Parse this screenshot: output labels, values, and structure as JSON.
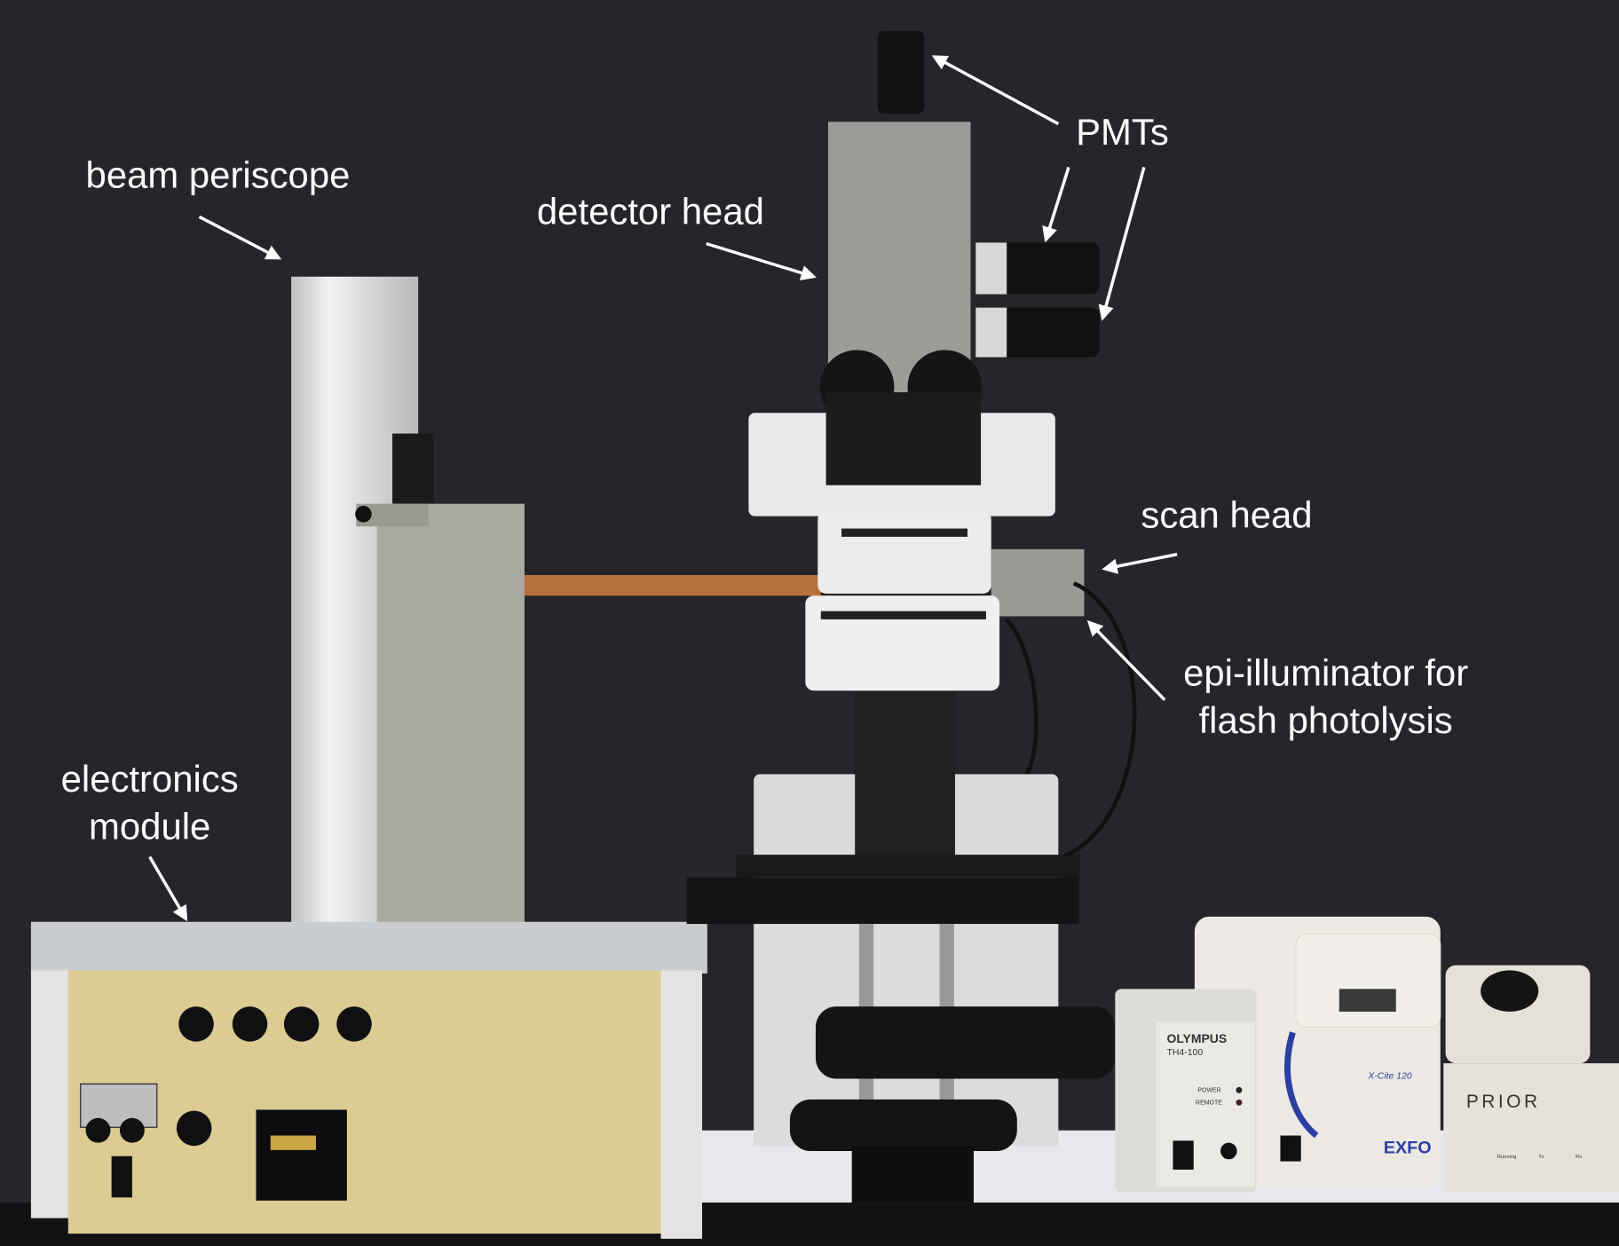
{
  "labels": {
    "pmts": "PMTs",
    "beam_periscope": "beam periscope",
    "detector_head": "detector head",
    "scan_head": "scan head",
    "epi_illuminator_line1": "epi-illuminator for",
    "epi_illuminator_line2": "flash photolysis",
    "electronics_line1": "electronics",
    "electronics_line2": "module"
  },
  "device_labels": {
    "olympus_brand": "OLYMPUS",
    "olympus_model": "TH4-100",
    "olympus_power": "POWER",
    "olympus_remote": "REMOTE",
    "exfo_model": "X-Cite 120",
    "exfo_brand": "EXFO",
    "prior_brand": "PRIOR",
    "prior_running": "Running",
    "prior_tx": "Tx",
    "prior_rx": "Rx"
  },
  "colors": {
    "background": "#27252b",
    "label_text": "#ffffff",
    "exfo_blue": "#2a3fa0"
  }
}
